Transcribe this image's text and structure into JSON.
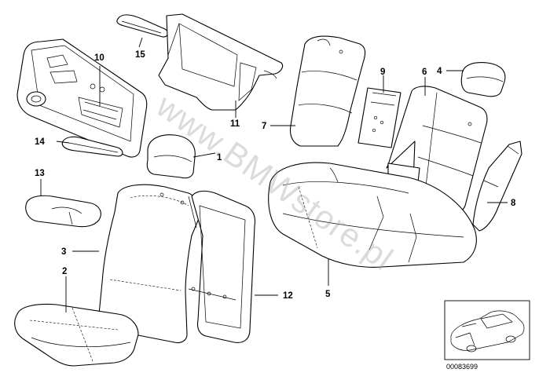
{
  "watermark": "www.BMWstore.pl",
  "reference_code": "00083699",
  "callouts": {
    "c1": "1",
    "c2": "2",
    "c3": "3",
    "c4": "4",
    "c5": "5",
    "c6": "6",
    "c7": "7",
    "c8": "8",
    "c9": "9",
    "c10": "10",
    "c11": "11",
    "c12": "12",
    "c13": "13",
    "c14": "14",
    "c15": "15"
  },
  "colors": {
    "line": "#000000",
    "watermark": "#9a9a9a"
  }
}
